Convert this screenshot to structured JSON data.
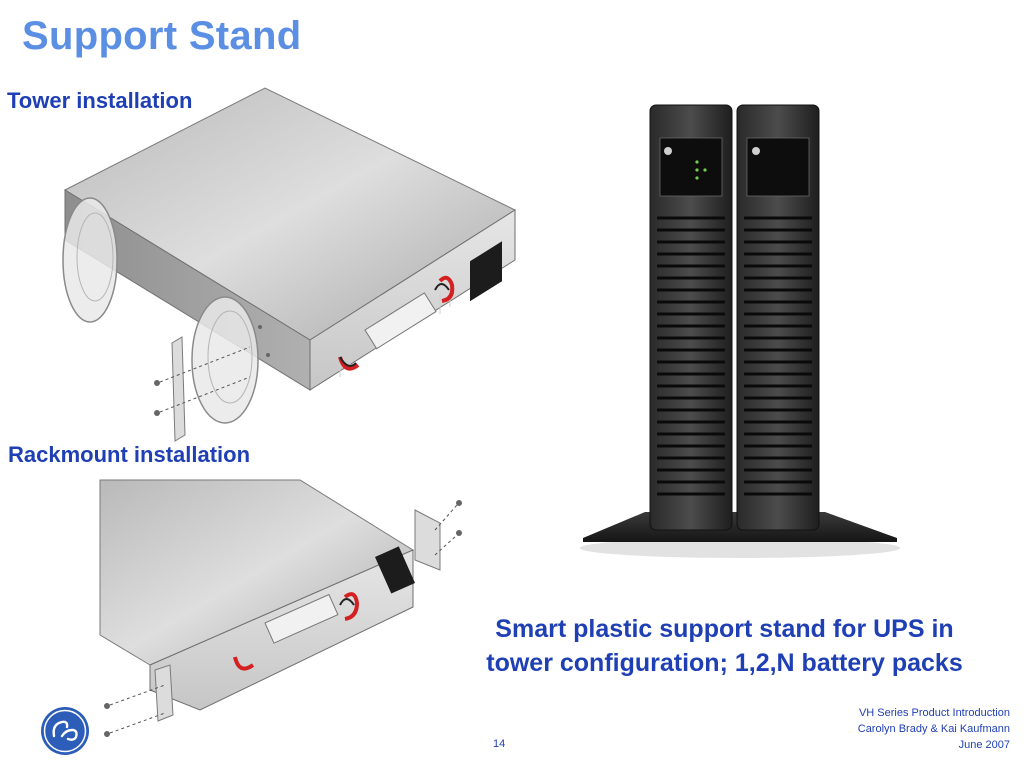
{
  "slide": {
    "title": "Support Stand",
    "tower_label": "Tower installation",
    "rack_label": "Rackmount installation",
    "caption": "Smart plastic support stand for UPS in tower configuration; 1,2,N battery packs",
    "footer": {
      "line1": "VH Series Product Introduction",
      "line2": "Carolyn Brady & Kai Kaufmann",
      "line3": "June 2007"
    },
    "page_number": "14"
  },
  "colors": {
    "title": "#5b8fe3",
    "body_text": "#1f3fb5",
    "logo": "#2c5db8"
  },
  "icons": {
    "logo": "ge-monogram-logo"
  }
}
